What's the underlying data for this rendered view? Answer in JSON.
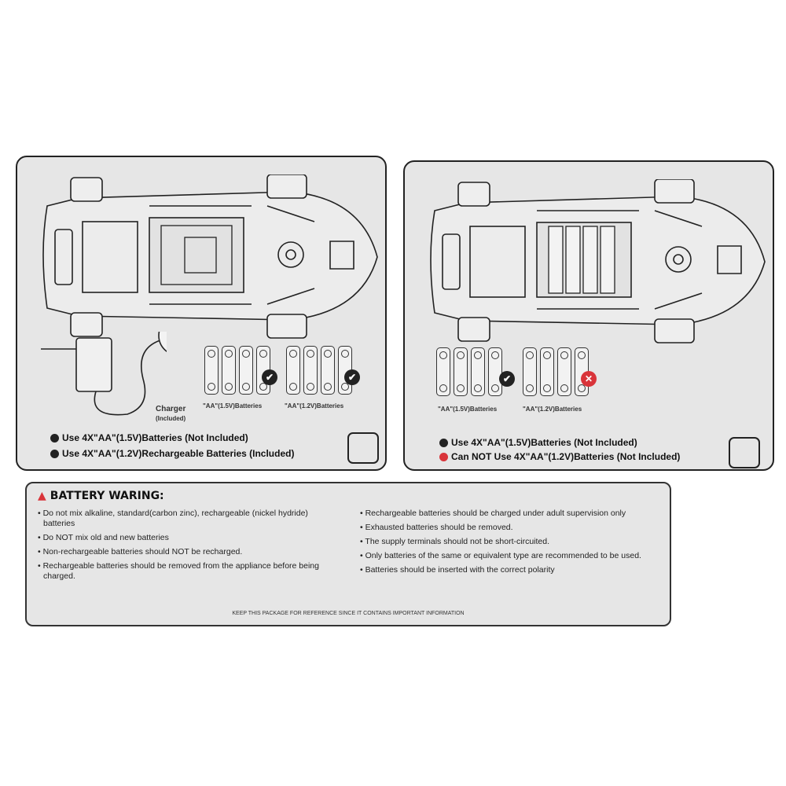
{
  "left_panel": {
    "charger_label": "Charger",
    "charger_sub": "(Included)",
    "battery_group_1_label": "\"AA\"(1.5V)Batteries",
    "battery_group_2_label": "\"AA\"(1.2V)Batteries",
    "note_1": "Use 4X\"AA\"(1.5V)Batteries (Not Included)",
    "note_2": "Use 4X\"AA\"(1.2V)Rechargeable Batteries (Included)"
  },
  "right_panel": {
    "battery_group_1_label": "\"AA\"(1.5V)Batteries",
    "battery_group_2_label": "\"AA\"(1.2V)Batteries",
    "note_1": "Use 4X\"AA\"(1.5V)Batteries (Not Included)",
    "note_2": "Can NOT Use 4X\"AA\"(1.2V)Batteries (Not Included)"
  },
  "colors": {
    "ok": "#222222",
    "bad": "#d9343a",
    "warning": "#d9343a"
  },
  "warning": {
    "title": "BATTERY WARING:",
    "left_items": [
      "Do not mix alkaline, standard(carbon zinc), rechargeable (nickel hydride) batteries",
      "Do NOT mix old and new batteries",
      "Non-rechargeable batteries should NOT be recharged.",
      "Rechargeable batteries should be removed from the appliance before being charged."
    ],
    "right_items": [
      "Rechargeable batteries should be charged under adult supervision only",
      "Exhausted batteries should be removed.",
      "The supply terminals should not be short-circuited.",
      "Only batteries of the same or equivalent type are recommended to be used.",
      "Batteries should be inserted with the correct polarity"
    ],
    "footer": "KEEP THIS PACKAGE FOR REFERENCE SINCE IT CONTAINS IMPORTANT INFORMATION"
  }
}
